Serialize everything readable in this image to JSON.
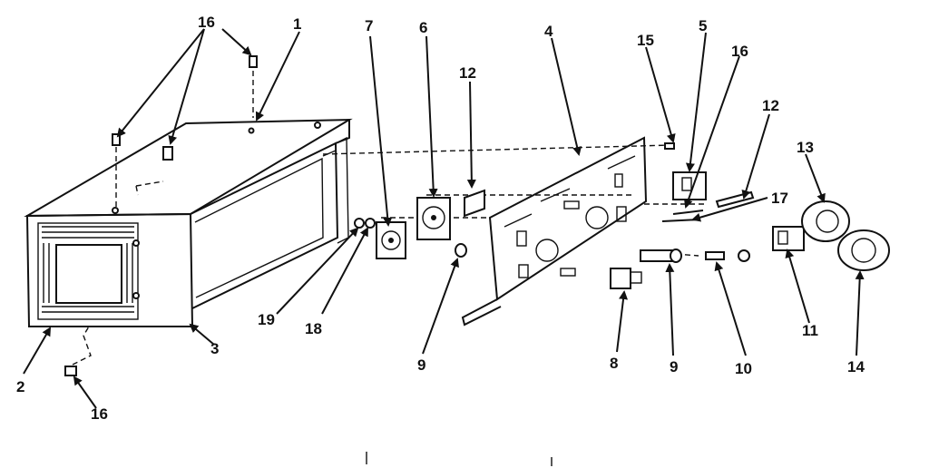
{
  "diagram": {
    "callouts": {
      "c1": "1",
      "c2": "2",
      "c3": "3",
      "c4": "4",
      "c5": "5",
      "c6": "6",
      "c7": "7",
      "c8": "8",
      "c9a": "9",
      "c9b": "9",
      "c10": "10",
      "c11": "11",
      "c12a": "12",
      "c12b": "12",
      "c13": "13",
      "c14": "14",
      "c15": "15",
      "c16a": "16",
      "c16b": "16",
      "c16c": "16",
      "c17": "17",
      "c18": "18",
      "c19": "19"
    },
    "line_color": "#111111",
    "background": "#ffffff"
  }
}
